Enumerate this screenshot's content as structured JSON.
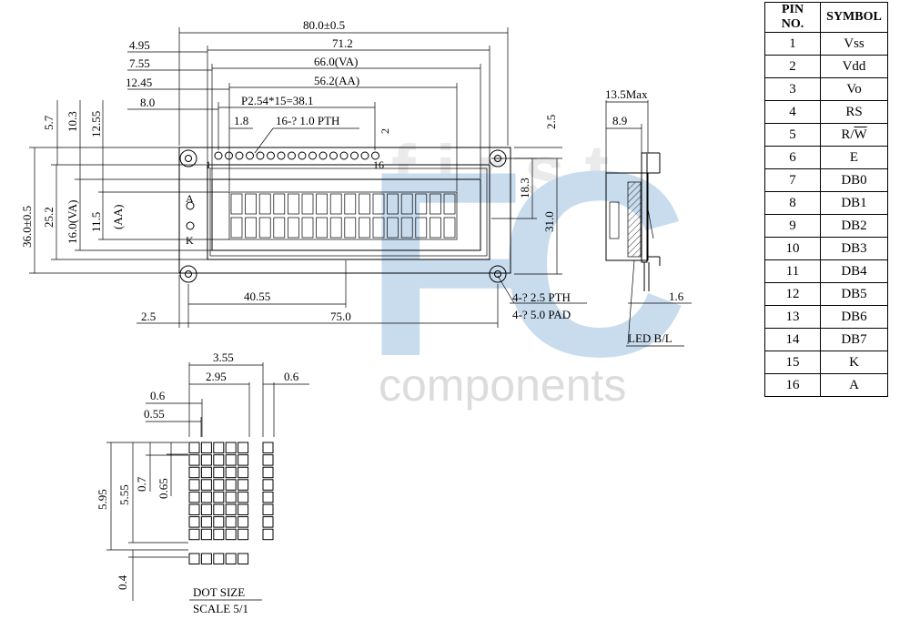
{
  "watermark": {
    "logo_text": "FC",
    "faint_text": "first",
    "text": "components",
    "color": "#c9dcee"
  },
  "front": {
    "overall_width": "80.0±0.5",
    "bezel_width": "71.2",
    "view_area": "66.0(VA)",
    "active_area": "56.2(AA)",
    "pin_span": "P2.54*15=38.1",
    "pin_hole": "16-? 1.0 PTH",
    "pin_first": "1",
    "pin_last": "16",
    "left_4_95": "4.95",
    "left_7_55": "7.55",
    "left_12_45": "12.45",
    "left_8_0": "8.0",
    "pitch_1_8": "1.8",
    "pin_2": "2",
    "top_2_5": "2.5",
    "h_5_7": "5.7",
    "h_10_3": "10.3",
    "h_12_55": "12.55",
    "h_36": "36.0±0.5",
    "h_25_2": "25.2",
    "h_16_va": "16.0(VA)",
    "h_11_5": "11.5",
    "h_aa": "(AA)",
    "h_18_3": "18.3",
    "h_31": "31.0",
    "bottom_40_55": "40.55",
    "bottom_2_5": "2.5",
    "bottom_75": "75.0",
    "mount_pth": "4-? 2.5 PTH",
    "mount_pad": "4-? 5.0 PAD",
    "led_a": "A",
    "led_k": "K"
  },
  "side": {
    "depth": "13.5Max",
    "depth_8_9": "8.9",
    "pin_1_6": "1.6",
    "led_label": "LED B/L"
  },
  "dot": {
    "w_3_55": "3.55",
    "w_2_95": "2.95",
    "w_0_6": "0.6",
    "w_0_6b": "0.6",
    "w_0_55": "0.55",
    "h_5_95": "5.95",
    "h_5_55": "5.55",
    "h_0_7": "0.7",
    "h_0_65": "0.65",
    "h_0_4": "0.4",
    "title": "DOT SIZE",
    "scale": "SCALE 5/1"
  },
  "pin_table": {
    "headers": [
      "PIN NO.",
      "SYMBOL"
    ],
    "rows": [
      {
        "no": "1",
        "symbol": "Vss"
      },
      {
        "no": "2",
        "symbol": "Vdd"
      },
      {
        "no": "3",
        "symbol": "Vo"
      },
      {
        "no": "4",
        "symbol": "RS"
      },
      {
        "no": "5",
        "symbol_pre": "R/",
        "symbol_bar": "W"
      },
      {
        "no": "6",
        "symbol": "E"
      },
      {
        "no": "7",
        "symbol": "DB0"
      },
      {
        "no": "8",
        "symbol": "DB1"
      },
      {
        "no": "9",
        "symbol": "DB2"
      },
      {
        "no": "10",
        "symbol": "DB3"
      },
      {
        "no": "11",
        "symbol": "DB4"
      },
      {
        "no": "12",
        "symbol": "DB5"
      },
      {
        "no": "13",
        "symbol": "DB6"
      },
      {
        "no": "14",
        "symbol": "DB7"
      },
      {
        "no": "15",
        "symbol": "K"
      },
      {
        "no": "16",
        "symbol": "A"
      }
    ]
  }
}
